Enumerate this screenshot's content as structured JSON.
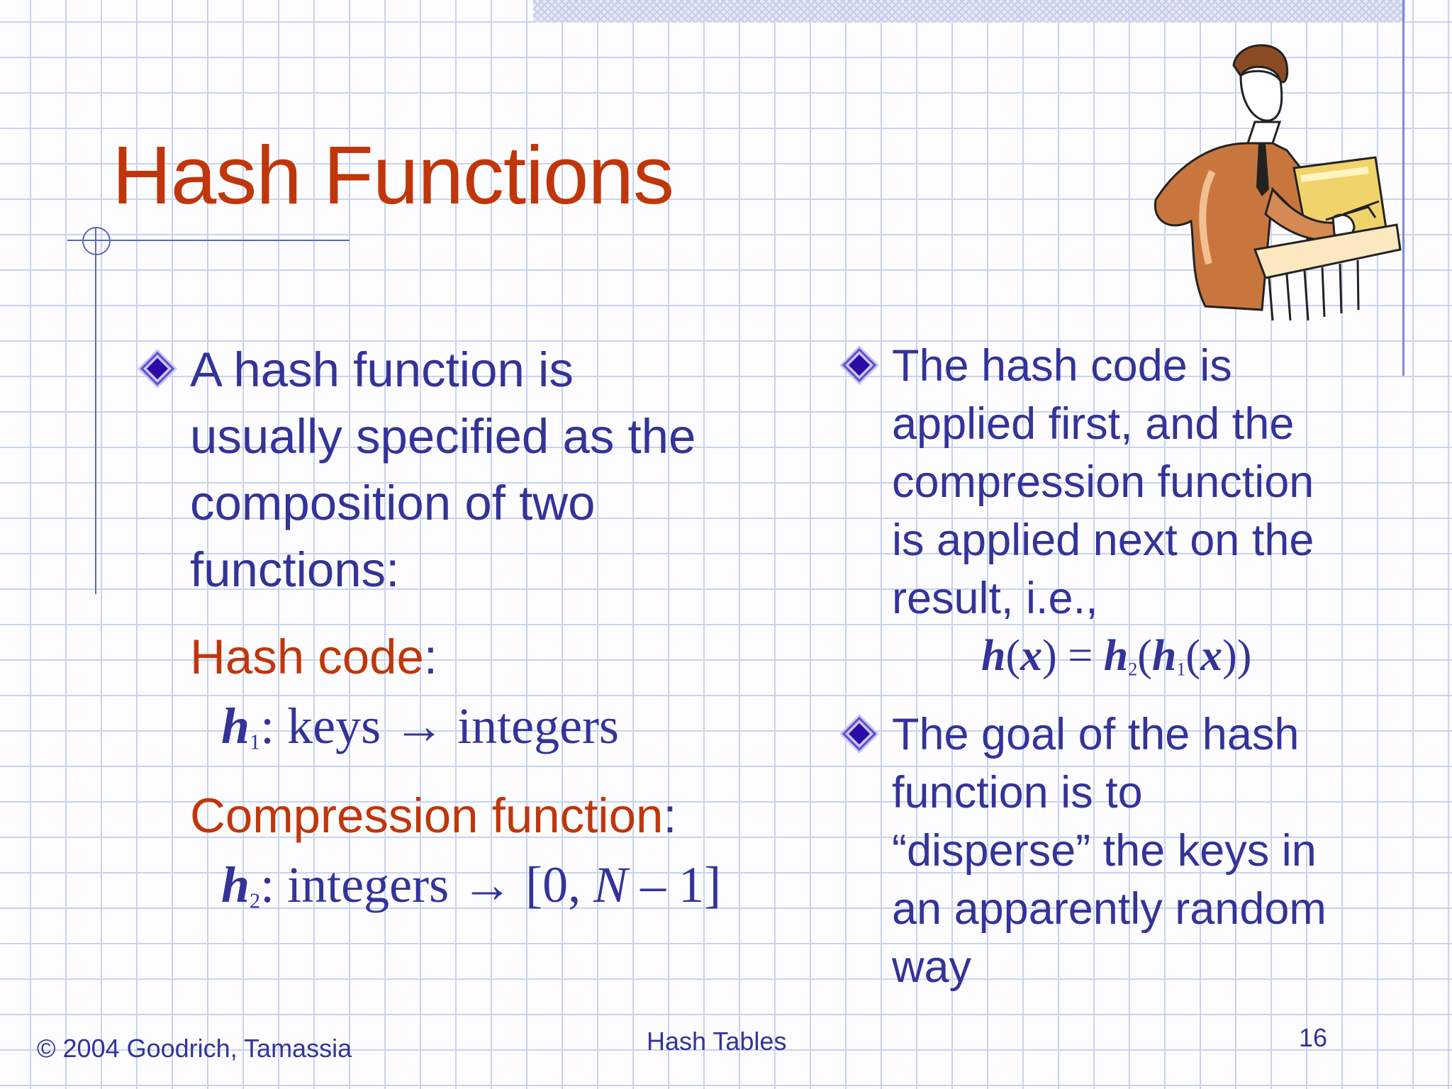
{
  "slide": {
    "title": "Hash Functions",
    "left": {
      "paragraph": [
        "A hash function is",
        "usually specified as the",
        "composition of two",
        "functions:"
      ],
      "hash_code_label": "Hash code",
      "hash_code_colon": ":",
      "h1_name": "h",
      "h1_sub": "1",
      "h1_rest": ": keys → integers",
      "compression_label": "Compression function",
      "compression_colon": ":",
      "h2_name": "h",
      "h2_sub": "2",
      "h2_rest1": ": integers → [0, ",
      "h2_N": "N",
      "h2_rest2": " – 1]"
    },
    "right": {
      "bullet1": [
        "The hash code is",
        "applied first, and the",
        "compression function",
        "is applied next on the",
        "result, i.e.,"
      ],
      "formula": {
        "lhs_h": "h",
        "lhs_open": "(",
        "lhs_x": "x",
        "lhs_close": ")",
        "eq": " = ",
        "h2": "h",
        "h2_sub": "2",
        "open1": "(",
        "h1": "h",
        "h1_sub": "1",
        "open2": "(",
        "x": "x",
        "close": "))"
      },
      "bullet2": [
        "The goal of the hash",
        "function is to",
        "“disperse” the keys in",
        "an apparently random",
        "way"
      ]
    },
    "footer": {
      "copyright": "© 2004 Goodrich, Tamassia",
      "center": "Hash Tables",
      "page_number": "16"
    },
    "colors": {
      "title": "#c0360b",
      "body_text": "#333399",
      "highlight": "#c0360b",
      "grid": "#c9d3ef",
      "bullet": "#2b0aa6"
    },
    "icons": [
      "diamond-bullet-icon",
      "clipart-woman-filing"
    ]
  }
}
